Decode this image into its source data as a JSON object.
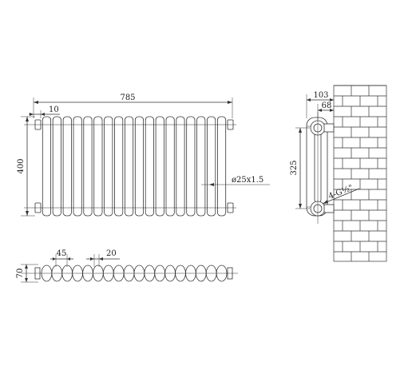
{
  "front_view": {
    "width_dim": "785",
    "end_offset_dim": "10",
    "height_dim": "400",
    "pipe_dim": "ø25x1.5",
    "columns": 18
  },
  "top_view": {
    "depth_dim": "70",
    "pitch_dim": "45",
    "gap_dim": "20"
  },
  "side_view": {
    "depth_dim": "103",
    "wall_dim": "68",
    "centers_dim": "325",
    "thread_dim": "4-G½\""
  }
}
